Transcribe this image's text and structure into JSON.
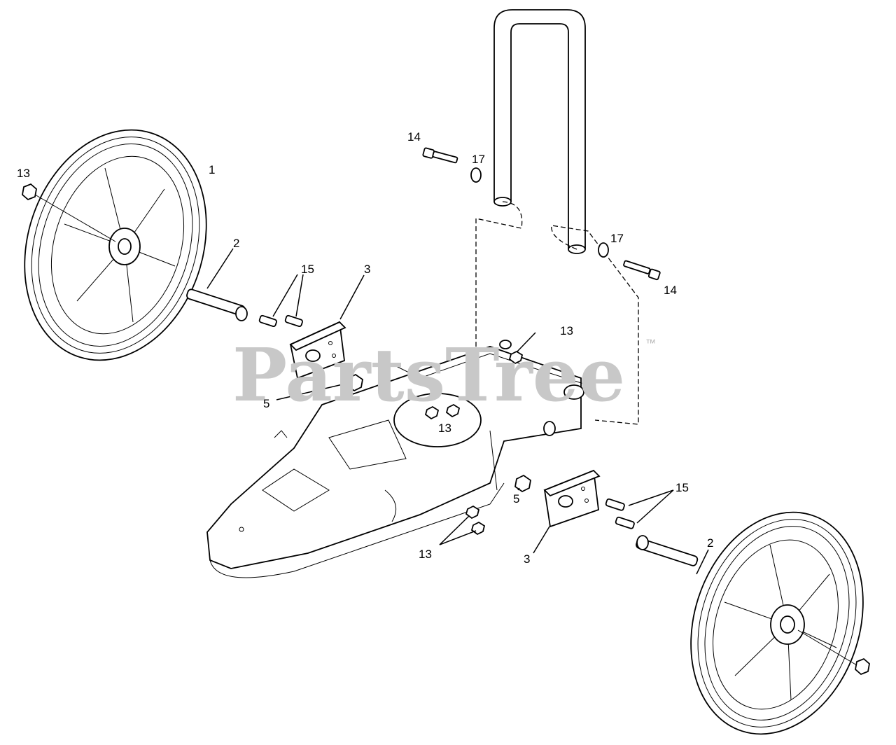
{
  "watermark": {
    "text": "PartsTree",
    "trademark": "™"
  },
  "callouts": {
    "wheel_left": "1",
    "axle_left": "2",
    "axle_right": "2",
    "bracket_left": "3",
    "bracket_right": "3",
    "nut_bracket_left": "5",
    "nut_bracket_right": "5",
    "nut_wheel_left": "13",
    "nut_deck_rear": "13",
    "nut_deck_center": "13",
    "nut_deck_front": "13",
    "bolt_handle_left": "14",
    "bolt_handle_right": "14",
    "bolts_bracket_left": "15",
    "bolts_bracket_right": "15",
    "washer_handle_left": "17",
    "washer_handle_right": "17"
  }
}
